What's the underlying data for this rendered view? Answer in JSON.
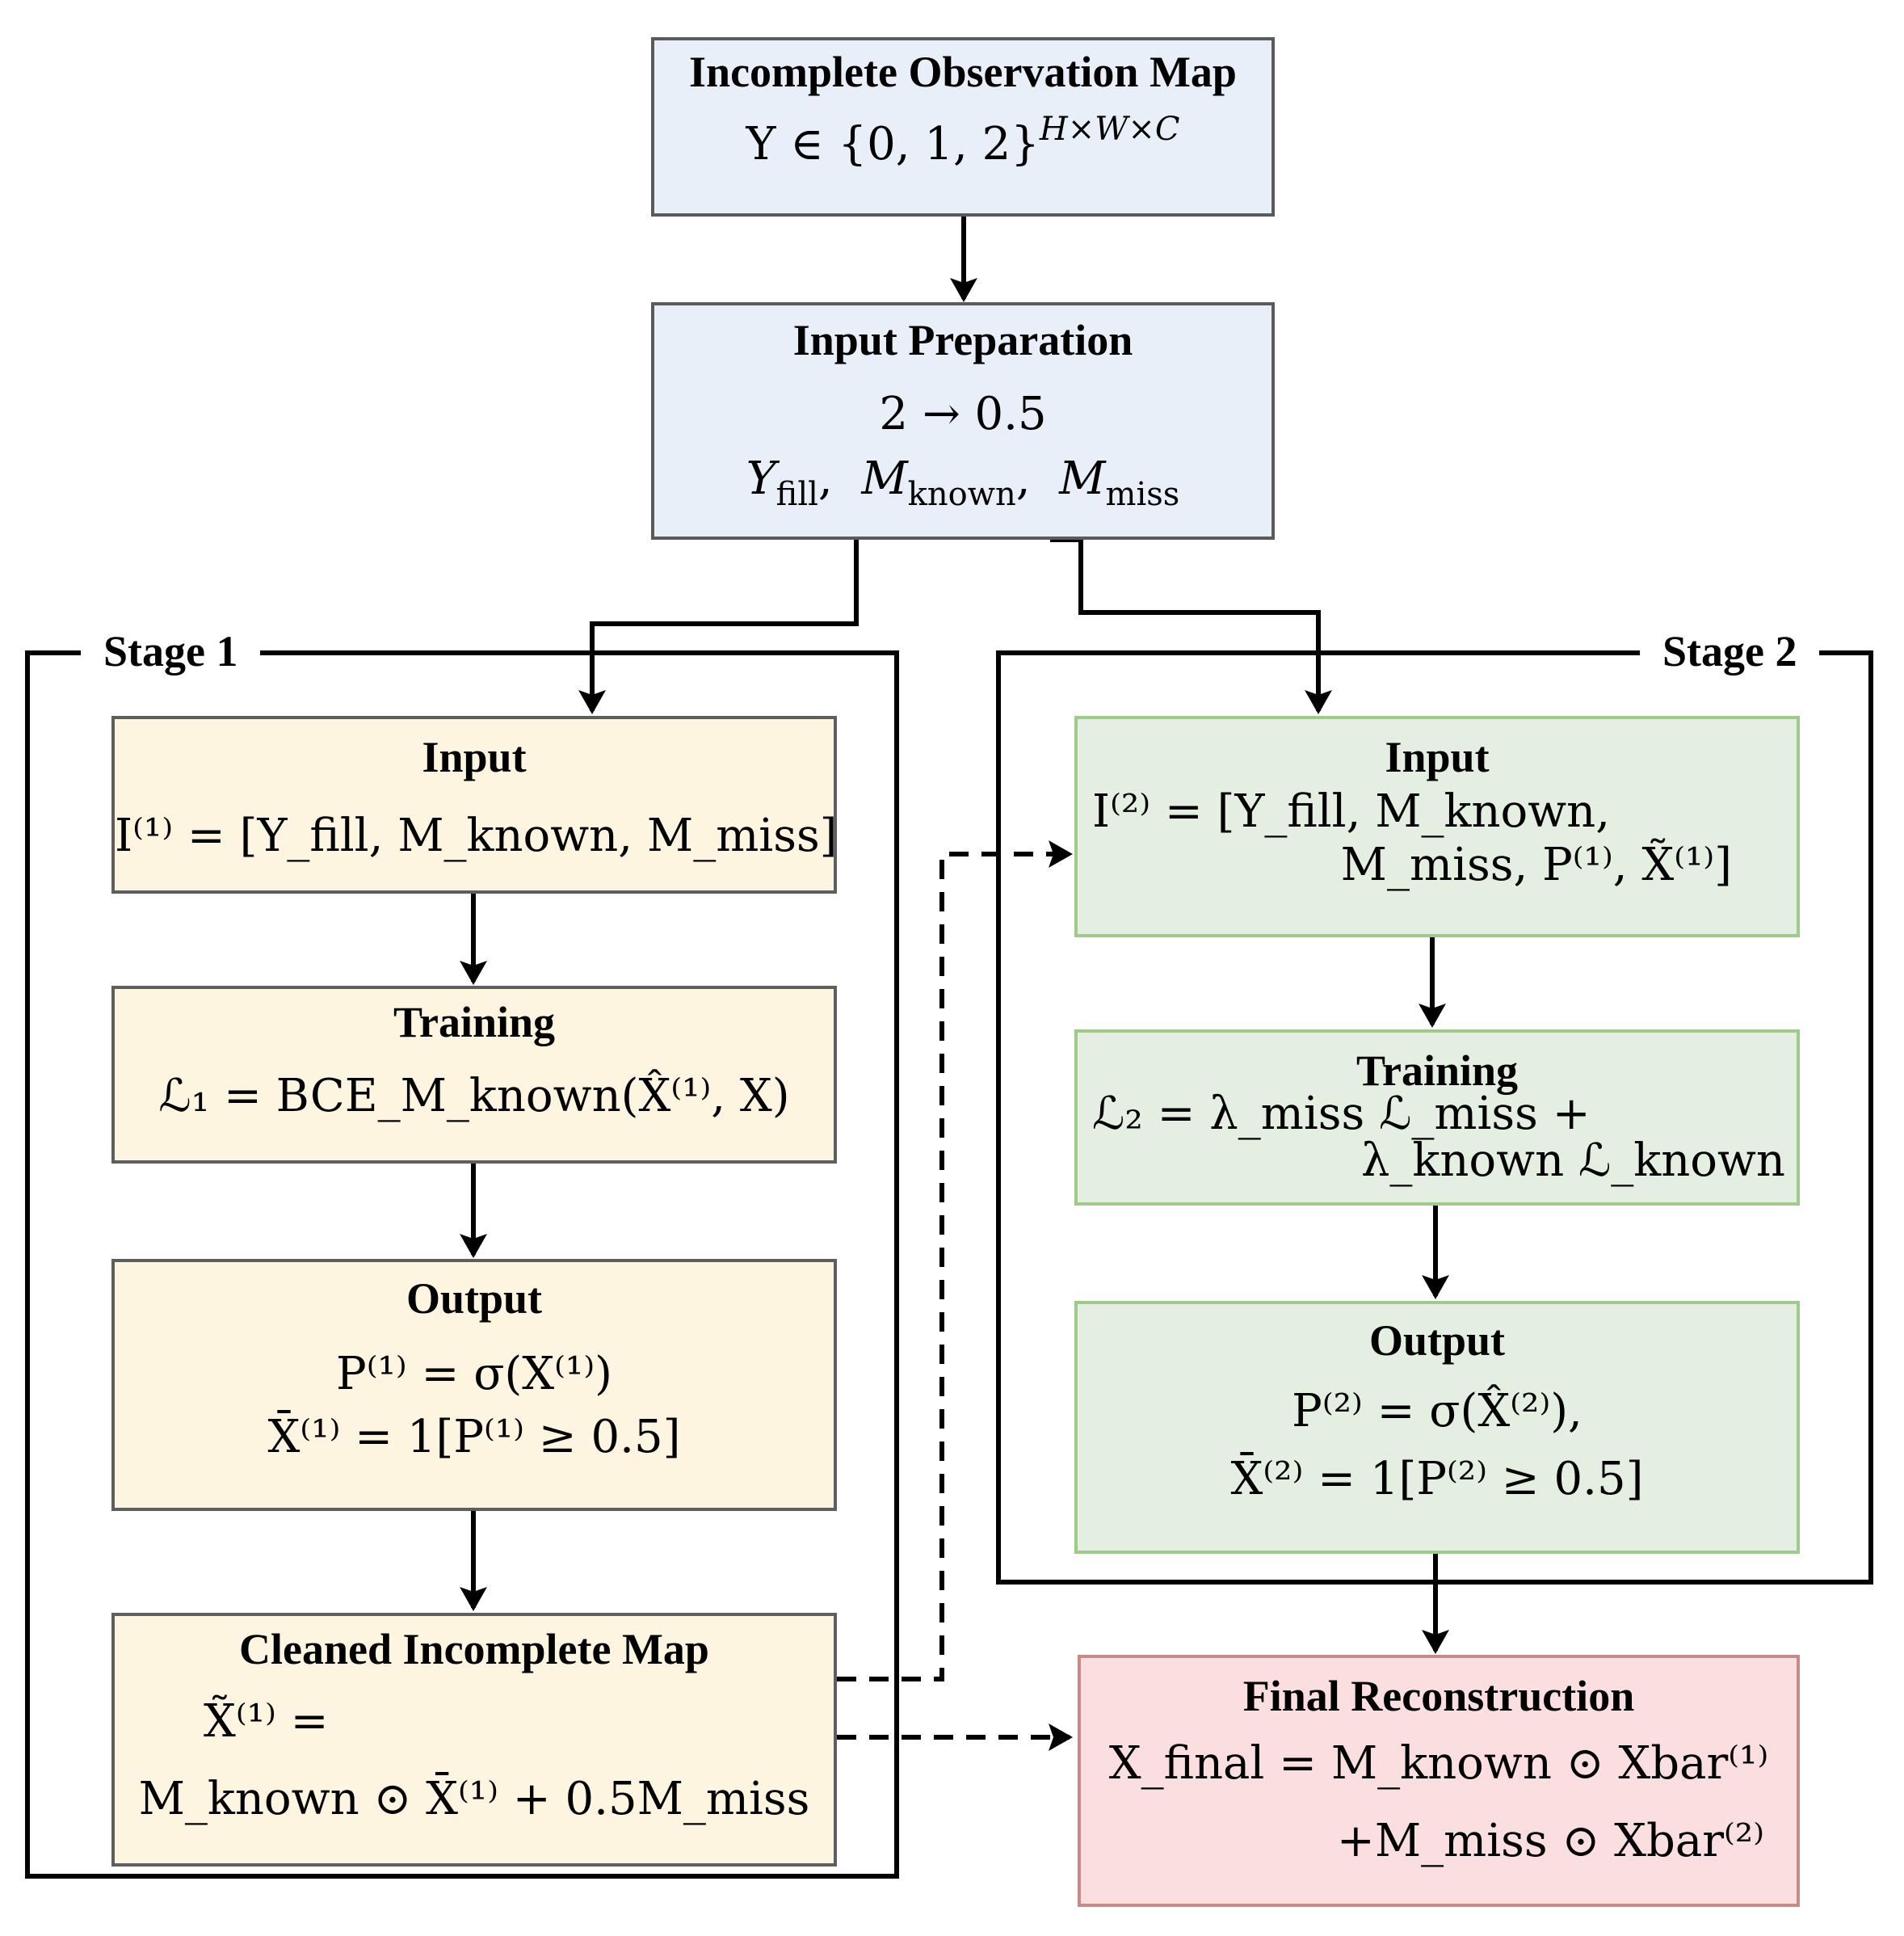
{
  "stages": {
    "stage1": "Stage 1",
    "stage2": "Stage 2"
  },
  "observation": {
    "title": "Incomplete Observation Map",
    "formula": "Y ∈ {0, 1, 2}",
    "formula_sup": "H×W×C"
  },
  "preparation": {
    "title": "Input Preparation",
    "line1": "2 → 0.5",
    "line2_y": "Y",
    "line2_y_sub": "fill",
    "line2_mk": "M",
    "line2_mk_sub": "known",
    "line2_mm": "M",
    "line2_mm_sub": "miss"
  },
  "stage1": {
    "input": {
      "title": "Input",
      "formula": "I⁽¹⁾ = [Y_fill, M_known, M_miss]"
    },
    "training": {
      "title": "Training",
      "formula": "ℒ₁ = BCE_M_known(X̂⁽¹⁾, X)"
    },
    "output": {
      "title": "Output",
      "line1": "P⁽¹⁾ = σ(X⁽¹⁾)",
      "line2": "X̄⁽¹⁾ = 1[P⁽¹⁾ ≥ 0.5]"
    },
    "cleaned": {
      "title": "Cleaned Incomplete Map",
      "line1": "X̃⁽¹⁾ =",
      "line2": "M_known ⊙ X̄⁽¹⁾ + 0.5M_miss"
    }
  },
  "stage2": {
    "input": {
      "title": "Input",
      "line1": "I⁽²⁾ = [Y_fill, M_known,",
      "line2": "M_miss, P⁽¹⁾, X̃⁽¹⁾]"
    },
    "training": {
      "title": "Training",
      "line1": "ℒ₂ = λ_miss ℒ_miss +",
      "line2": "λ_known ℒ_known"
    },
    "output": {
      "title": "Output",
      "line1": "P⁽²⁾ = σ(X̂⁽²⁾),",
      "line2": "X̄⁽²⁾ = 1[P⁽²⁾ ≥ 0.5]"
    }
  },
  "final": {
    "title": "Final Reconstruction",
    "line1": "X_final = M_known ⊙ Xbar⁽¹⁾",
    "line2": "+M_miss ⊙ Xbar⁽²⁾"
  },
  "colors": {
    "blue_fill": "#e8eff9",
    "yellow_fill": "#fdf5e0",
    "green_fill": "#e4efe2",
    "green_border": "#9ecb8c",
    "red_fill": "#fbdfe0",
    "red_border": "#c98a87"
  }
}
